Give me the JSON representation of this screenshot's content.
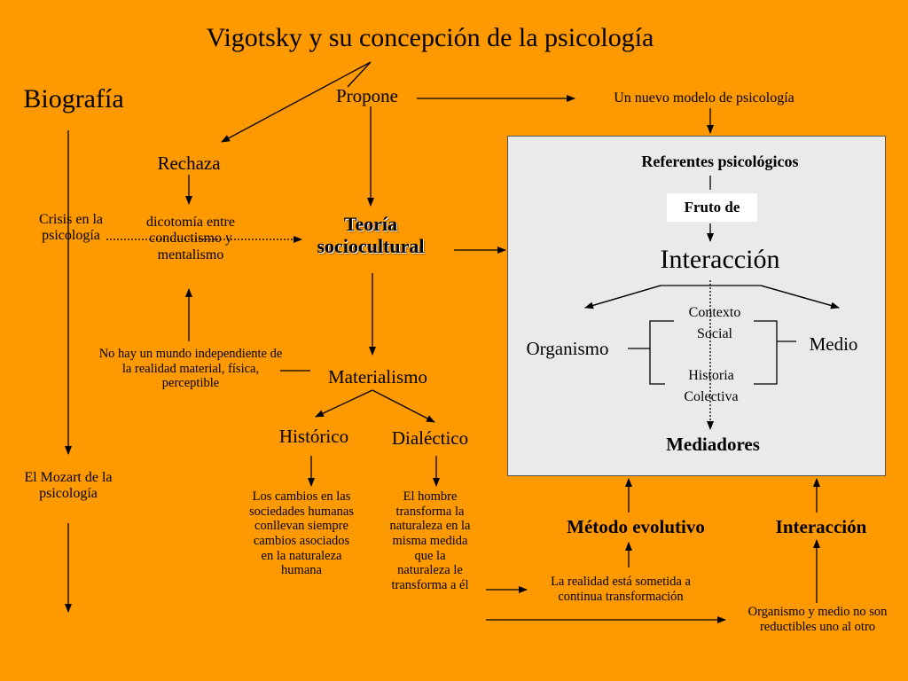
{
  "title": "Vigotsky y su concepción de la psicología",
  "biografia": "Biografía",
  "propone": "Propone",
  "nuevo_modelo": "Un nuevo modelo de psicología",
  "rechaza": "Rechaza",
  "dicotomia": "dicotomía entre conductismo y mentalismo",
  "crisis": "Crisis en la psicología",
  "teoria_line1": "Teoría",
  "teoria_line2": "sociocultural",
  "no_hay_mundo": "No hay un mundo independiente de la realidad material, física, perceptible",
  "materialismo": "Materialismo",
  "historico": "Histórico",
  "dialectico": "Dialéctico",
  "historico_desc": "Los cambios en las sociedades humanas conllevan siempre cambios asociados en la naturaleza humana",
  "dialectico_desc": "El hombre transforma la naturaleza en la misma medida que la naturaleza le transforma a él",
  "mozart": "El Mozart de la psicología",
  "referentes": "Referentes psicológicos",
  "fruto_de": "Fruto de",
  "interaccion_box": "Interacción",
  "organismo": "Organismo",
  "medio": "Medio",
  "contexto_social": "Contexto Social",
  "historia_colectiva": "Historia Colectiva",
  "mediadores": "Mediadores",
  "metodo_evolutivo": "Método evolutivo",
  "interaccion_bottom": "Interacción",
  "realidad_sometida": "La realidad está sometida a continua transformación",
  "organismo_medio": "Organismo y medio no son reductibles uno al otro",
  "colors": {
    "background": "#FF9900",
    "panel": "#EAEAEA",
    "line": "#000000"
  }
}
